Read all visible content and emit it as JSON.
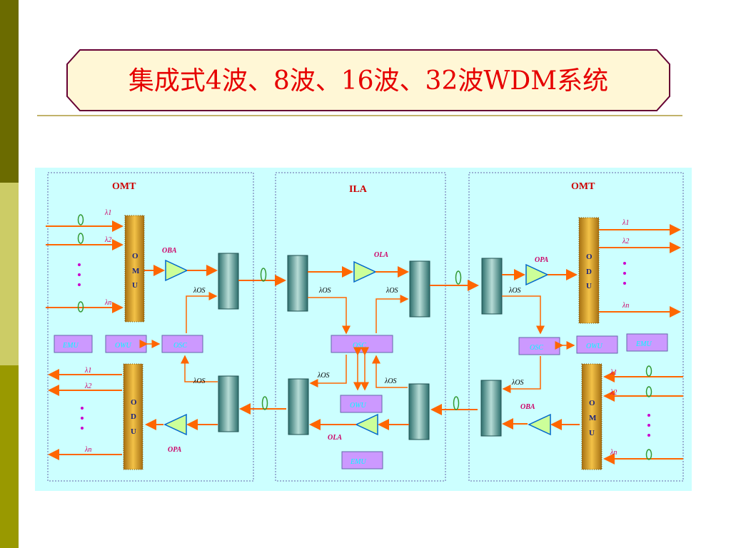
{
  "title": "集成式4波、8波、16波、32波WDM系统",
  "colors": {
    "stripe_dark": "#6b6b00",
    "stripe_light": "#cccc66",
    "stripe_mid": "#999900",
    "title_fill": "#fff7d6",
    "title_border": "#660033",
    "title_text": "#e60000",
    "rule": "#c2b36b",
    "diagram_bg": "#ccffff",
    "box_border": "#6666aa",
    "module_fill": "#cc99ff",
    "module_text": "#00ffff",
    "arrow": "#ff6600",
    "mux_fill": "#d49a2a",
    "filter_fill": "#3b8f8a",
    "amp_fill": "#ccff99",
    "label_magenta": "#cc0066",
    "ellipse": "#339933",
    "dots": "#cc00cc"
  },
  "sections": {
    "left": "OMT",
    "middle": "ILA",
    "right": "OMT"
  },
  "labels": {
    "lambda1": "λ1",
    "lambda2": "λ2",
    "lambdan": "λn",
    "lambda_os": "λOS",
    "oba": "OBA",
    "ola": "OLA",
    "opa": "OPA",
    "omu": [
      "O",
      "M",
      "U"
    ],
    "odu": [
      "O",
      "D",
      "U"
    ]
  },
  "modules": {
    "emu": "EMU",
    "owu": "OWU",
    "osc": "OSC"
  }
}
